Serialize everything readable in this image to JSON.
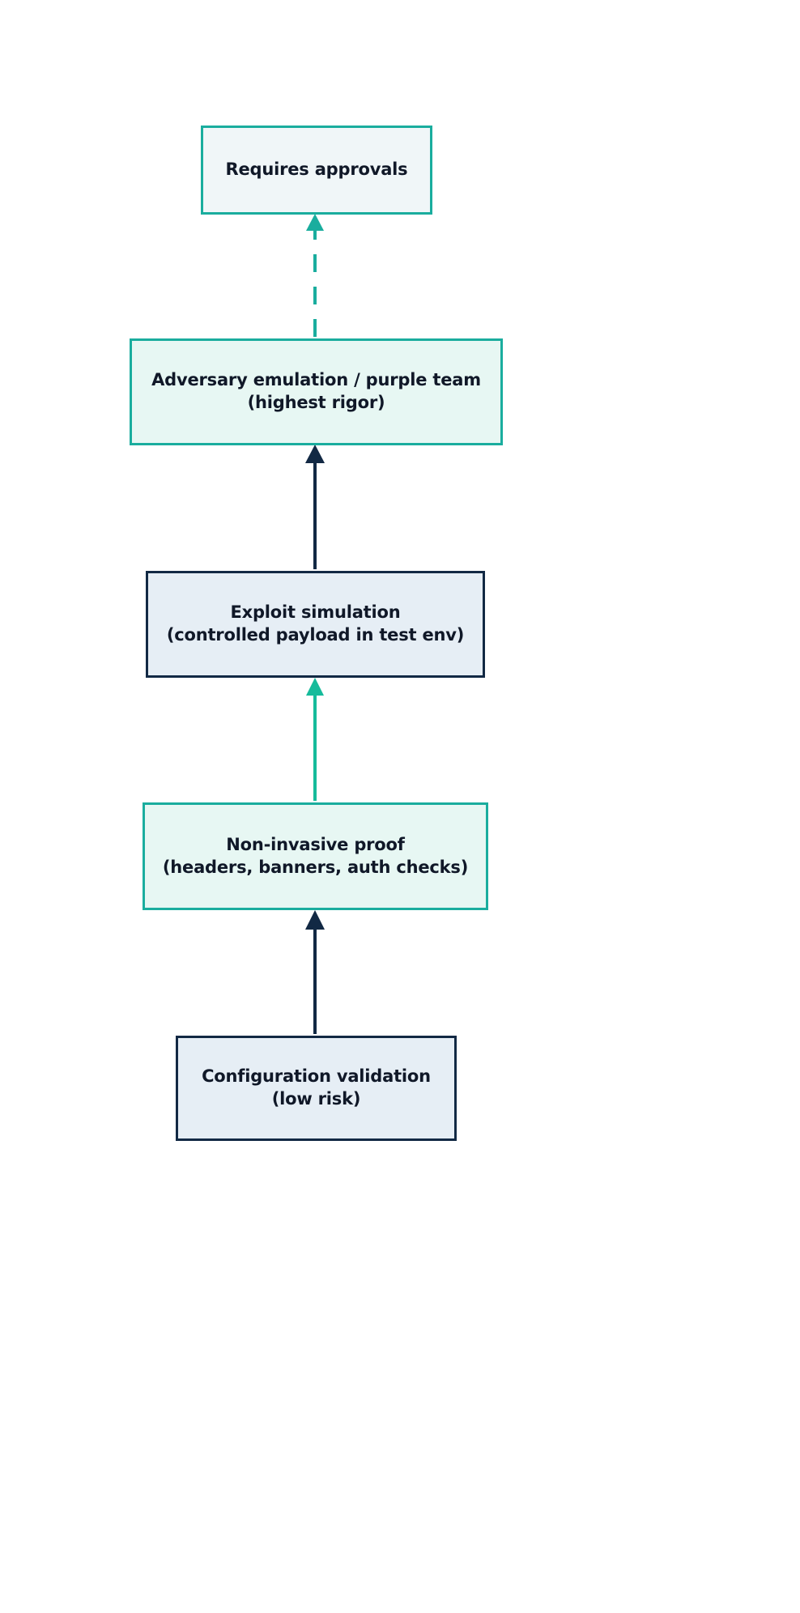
{
  "diagram": {
    "type": "flowchart",
    "orientation": "bottom-to-top",
    "title": "",
    "background_color": "#ffffff",
    "palette": {
      "accent_teal": "#1aad9e",
      "accent_fill": "#e7f7f3",
      "neutral_fill": "#f0f6f8",
      "dark_navy": "#122944",
      "dark_fill": "#e6eef5",
      "text": "#101828"
    },
    "nodes": [
      {
        "id": "requires-approvals",
        "label": "Requires approvals",
        "lines": [
          "Requires approvals"
        ],
        "border_color": "#1aad9e",
        "fill_color": "#f0f6f8",
        "style": "accent-outline"
      },
      {
        "id": "adversary-emulation",
        "label": "Adversary emulation / purple team\n(highest rigor)",
        "lines": [
          "Adversary emulation / purple team",
          "(highest rigor)"
        ],
        "border_color": "#1aad9e",
        "fill_color": "#e7f7f3",
        "style": "accent-fill"
      },
      {
        "id": "exploit-simulation",
        "label": "Exploit simulation\n(controlled payload in test env)",
        "lines": [
          "Exploit simulation",
          "(controlled payload in test env)"
        ],
        "border_color": "#122944",
        "fill_color": "#e6eef5",
        "style": "dark-outline"
      },
      {
        "id": "non-invasive-proof",
        "label": "Non-invasive proof\n(headers, banners, auth checks)",
        "lines": [
          "Non-invasive proof",
          "(headers, banners, auth checks)"
        ],
        "border_color": "#1aad9e",
        "fill_color": "#e7f7f3",
        "style": "accent-fill"
      },
      {
        "id": "configuration-validation",
        "label": "Configuration validation\n(low risk)",
        "lines": [
          "Configuration validation",
          "(low risk)"
        ],
        "border_color": "#122944",
        "fill_color": "#e6eef5",
        "style": "dark-outline"
      }
    ],
    "edges": [
      {
        "id": "edge-adversary-to-approvals",
        "from": "adversary-emulation",
        "to": "requires-approvals",
        "stroke": "#1aad9e",
        "dashed": true,
        "arrowhead": "up"
      },
      {
        "id": "edge-exploit-to-adversary",
        "from": "exploit-simulation",
        "to": "adversary-emulation",
        "stroke": "#122944",
        "dashed": false,
        "arrowhead": "up"
      },
      {
        "id": "edge-noninvasive-to-exploit",
        "from": "non-invasive-proof",
        "to": "exploit-simulation",
        "stroke": "#1aad9e",
        "dashed": false,
        "arrowhead": "up"
      },
      {
        "id": "edge-config-to-noninvasive",
        "from": "configuration-validation",
        "to": "non-invasive-proof",
        "stroke": "#122944",
        "dashed": false,
        "arrowhead": "up"
      }
    ]
  }
}
